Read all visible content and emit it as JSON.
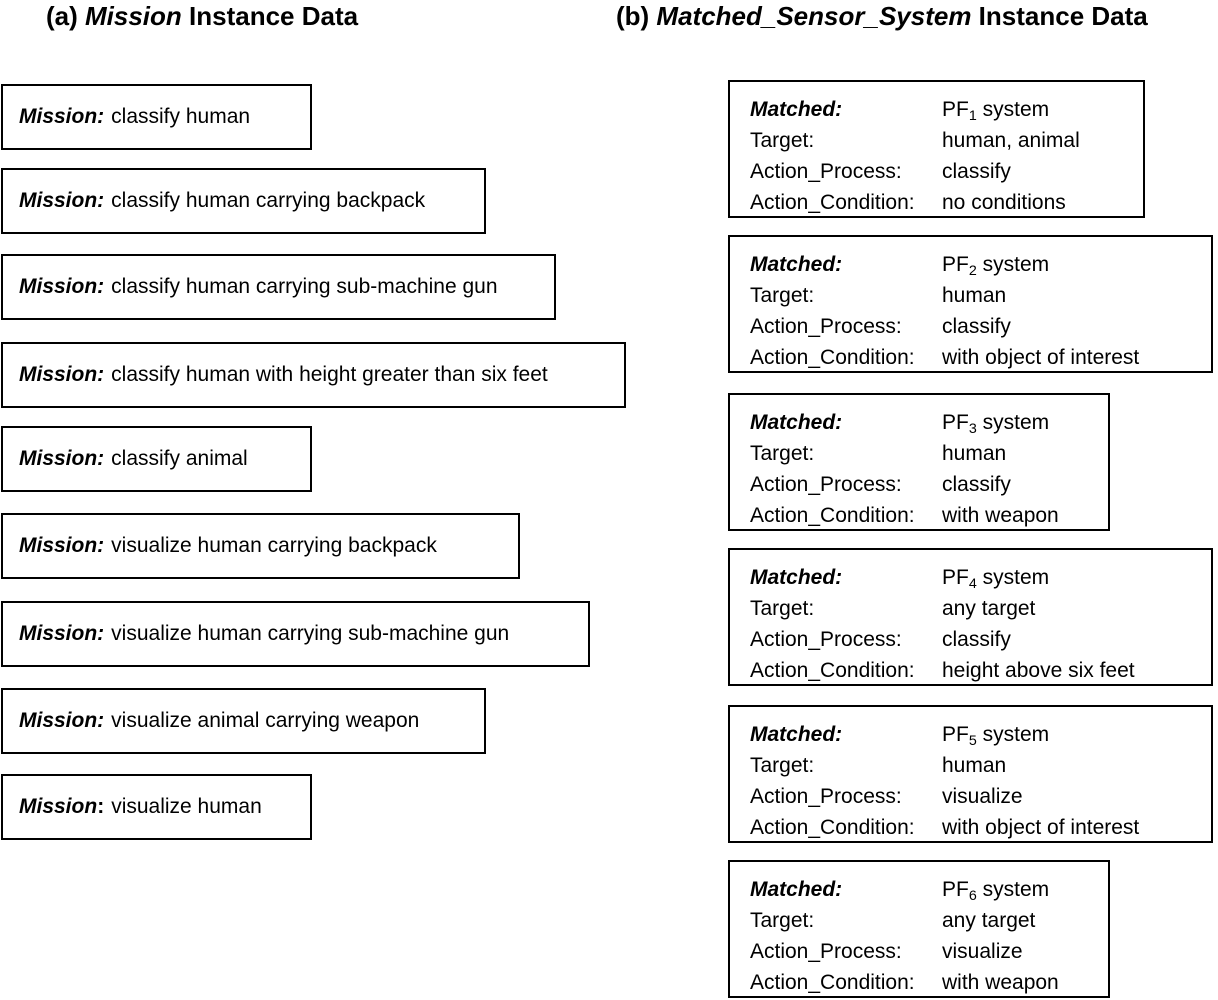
{
  "panel_a": {
    "title": {
      "prefix": "(a) ",
      "italic": "Mission",
      "suffix": " Instance Data"
    },
    "missions": [
      {
        "label_italic": "Mission:",
        "label_plain": "",
        "text": "classify human"
      },
      {
        "label_italic": "Mission:",
        "label_plain": "",
        "text": "classify human carrying backpack"
      },
      {
        "label_italic": "Mission:",
        "label_plain": "",
        "text": "classify human carrying sub-machine gun"
      },
      {
        "label_italic": "Mission:",
        "label_plain": "",
        "text": "classify human with height greater than six feet"
      },
      {
        "label_italic": "Mission:",
        "label_plain": "",
        "text": "classify animal"
      },
      {
        "label_italic": "Mission:",
        "label_plain": "",
        "text": "visualize human carrying backpack"
      },
      {
        "label_italic": "Mission:",
        "label_plain": "",
        "text": "visualize human carrying sub-machine gun"
      },
      {
        "label_italic": "Mission:",
        "label_plain": "",
        "text": "visualize animal carrying weapon"
      },
      {
        "label_italic": "Mission",
        "label_plain": ":",
        "text": "visualize human"
      }
    ]
  },
  "panel_b": {
    "title": {
      "prefix": "(b) ",
      "italic": "Matched_Sensor_System",
      "suffix": " Instance Data"
    },
    "field_labels": {
      "matched": "Matched:",
      "target": "Target:",
      "action_process": "Action_Process:",
      "action_condition": "Action_Condition:"
    },
    "systems": [
      {
        "pf_prefix": "PF",
        "pf_subscript": "1",
        "pf_suffix": " system",
        "target": "human, animal",
        "action_process": "classify",
        "action_condition": "no conditions"
      },
      {
        "pf_prefix": "PF",
        "pf_subscript": "2",
        "pf_suffix": " system",
        "target": "human",
        "action_process": "classify",
        "action_condition": "with object of interest"
      },
      {
        "pf_prefix": "PF",
        "pf_subscript": "3",
        "pf_suffix": " system",
        "target": "human",
        "action_process": "classify",
        "action_condition": "with weapon"
      },
      {
        "pf_prefix": "PF",
        "pf_subscript": "4",
        "pf_suffix": " system",
        "target": "any target",
        "action_process": "classify",
        "action_condition": "height above six feet"
      },
      {
        "pf_prefix": "PF",
        "pf_subscript": "5",
        "pf_suffix": " system",
        "target": "human",
        "action_process": "visualize",
        "action_condition": "with object of interest"
      },
      {
        "pf_prefix": "PF",
        "pf_subscript": "6",
        "pf_suffix": " system",
        "target": "any target",
        "action_process": "visualize",
        "action_condition": "with weapon"
      }
    ]
  },
  "colors": {
    "text": "#000000",
    "border": "#000000",
    "background": "#ffffff"
  }
}
